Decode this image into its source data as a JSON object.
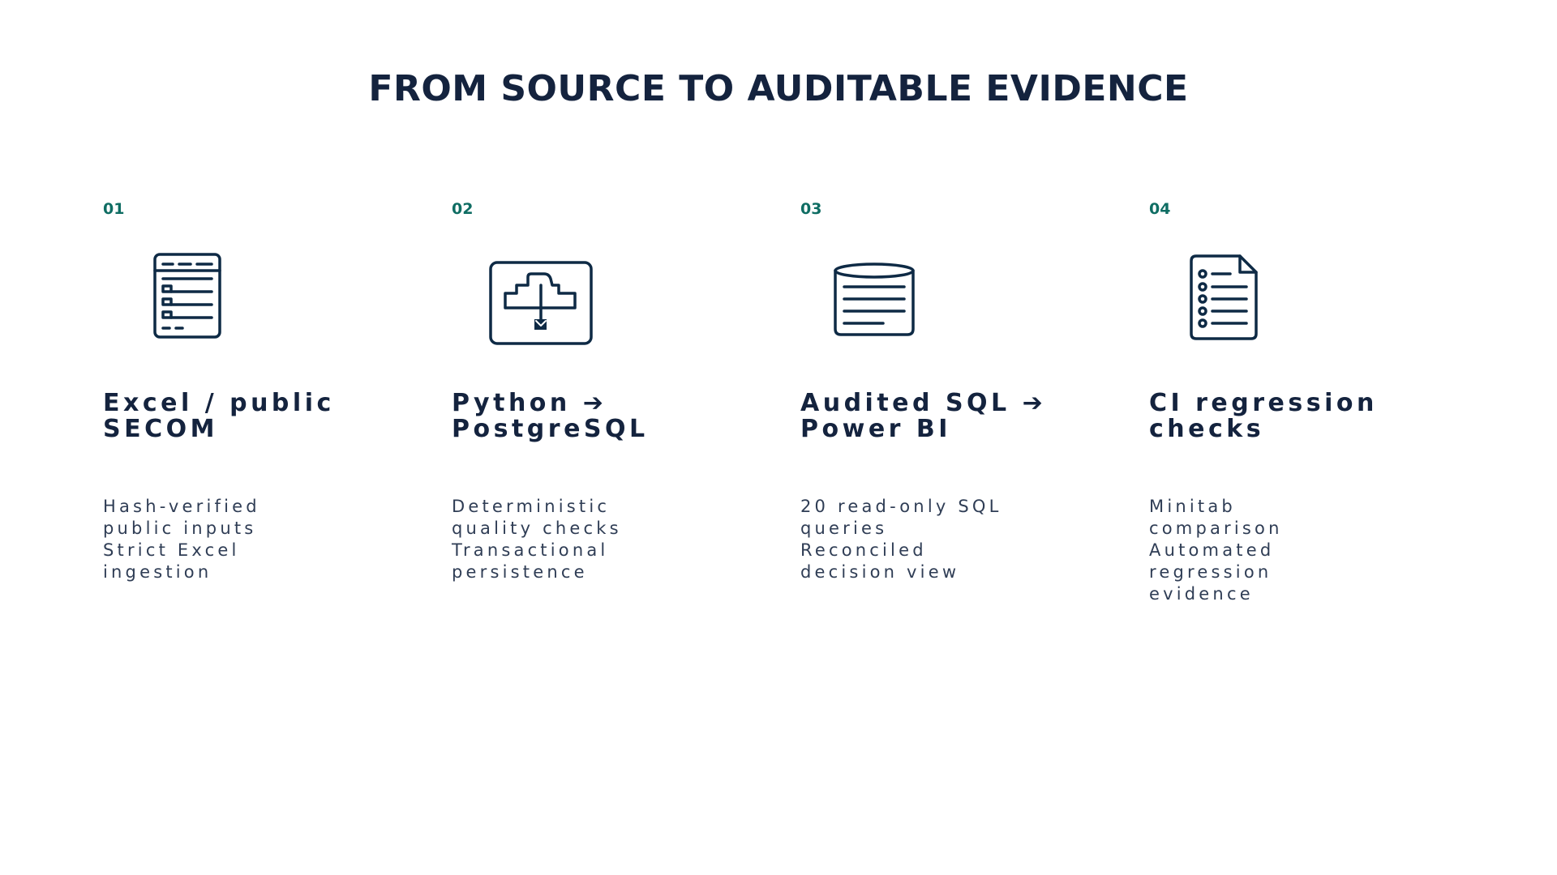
{
  "title": "FROM SOURCE TO AUDITABLE EVIDENCE",
  "colors": {
    "navy": "#14233e",
    "teal": "#0f6d63",
    "icon_stroke": "#0e2a45"
  },
  "steps": [
    {
      "number": "01",
      "icon": "spreadsheet-icon",
      "heading": [
        "Excel / public",
        "SECOM"
      ],
      "description": [
        "Hash-verified",
        "public inputs",
        "Strict Excel",
        "ingestion"
      ]
    },
    {
      "number": "02",
      "icon": "cloud-pipeline-icon",
      "heading": [
        "Python ➔",
        "PostgreSQL"
      ],
      "description": [
        "Deterministic",
        "quality checks",
        "Transactional",
        "persistence"
      ]
    },
    {
      "number": "03",
      "icon": "database-icon",
      "heading": [
        "Audited SQL ➔",
        "Power BI"
      ],
      "description": [
        "20 read-only SQL",
        "queries",
        "Reconciled",
        "decision view"
      ]
    },
    {
      "number": "04",
      "icon": "checklist-document-icon",
      "heading": [
        "CI regression",
        "checks"
      ],
      "description": [
        "Minitab",
        "comparison",
        "Automated",
        "regression",
        "evidence"
      ]
    }
  ]
}
